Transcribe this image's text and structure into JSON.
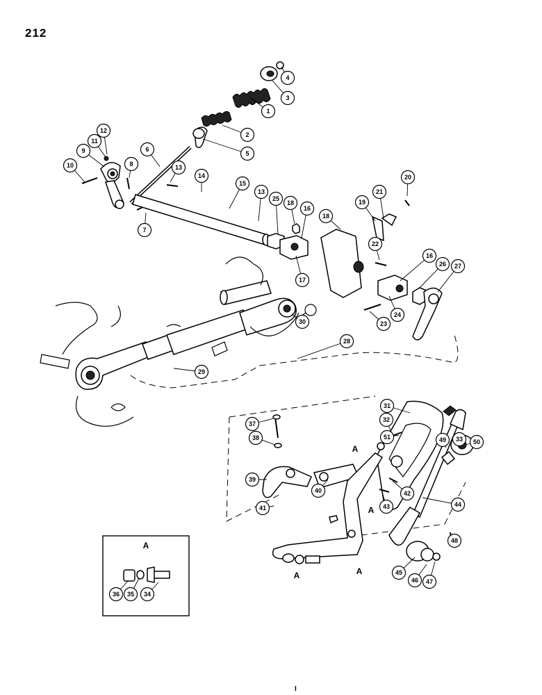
{
  "page": {
    "number": "212",
    "bottom_mark": "I"
  },
  "inset": {
    "label": "A",
    "callouts": [
      "34",
      "35",
      "36"
    ]
  },
  "view_markers": {
    "label": "A",
    "count": 4
  },
  "callouts": [
    "1",
    "2",
    "3",
    "4",
    "5",
    "6",
    "7",
    "8",
    "9",
    "10",
    "11",
    "12",
    "13",
    "13",
    "14",
    "15",
    "16",
    "16",
    "17",
    "18",
    "18",
    "19",
    "20",
    "21",
    "22",
    "23",
    "24",
    "25",
    "26",
    "27",
    "28",
    "29",
    "30",
    "31",
    "32",
    "33",
    "37",
    "38",
    "39",
    "40",
    "41",
    "42",
    "43",
    "44",
    "45",
    "46",
    "47",
    "48",
    "49",
    "50",
    "51"
  ]
}
